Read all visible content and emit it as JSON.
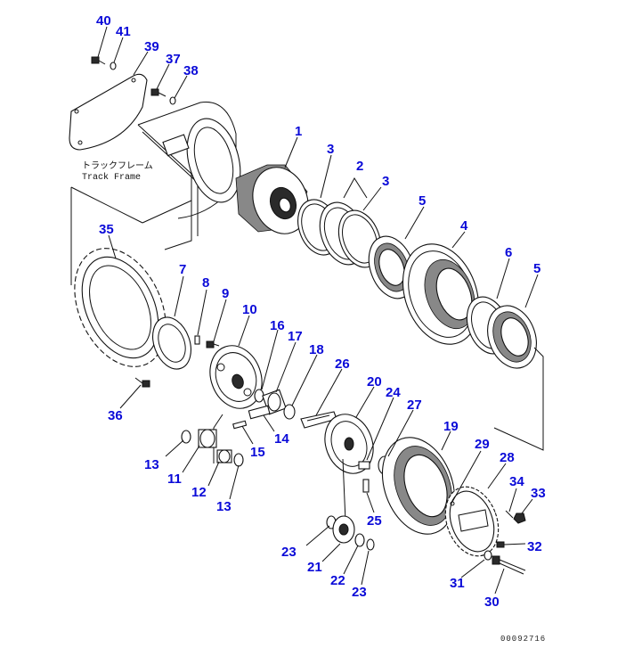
{
  "frame_label": {
    "jp": "トラックフレーム",
    "en": "Track Frame"
  },
  "drawing_number": "00092716",
  "callouts": [
    "40",
    "41",
    "39",
    "37",
    "38",
    "1",
    "3",
    "2",
    "3",
    "5",
    "4",
    "6",
    "5",
    "35",
    "7",
    "8",
    "9",
    "10",
    "16",
    "17",
    "18",
    "26",
    "20",
    "24",
    "27",
    "19",
    "36",
    "14",
    "15",
    "13",
    "11",
    "12",
    "13",
    "29",
    "28",
    "34",
    "33",
    "32",
    "23",
    "21",
    "22",
    "23",
    "25",
    "31",
    "30"
  ]
}
